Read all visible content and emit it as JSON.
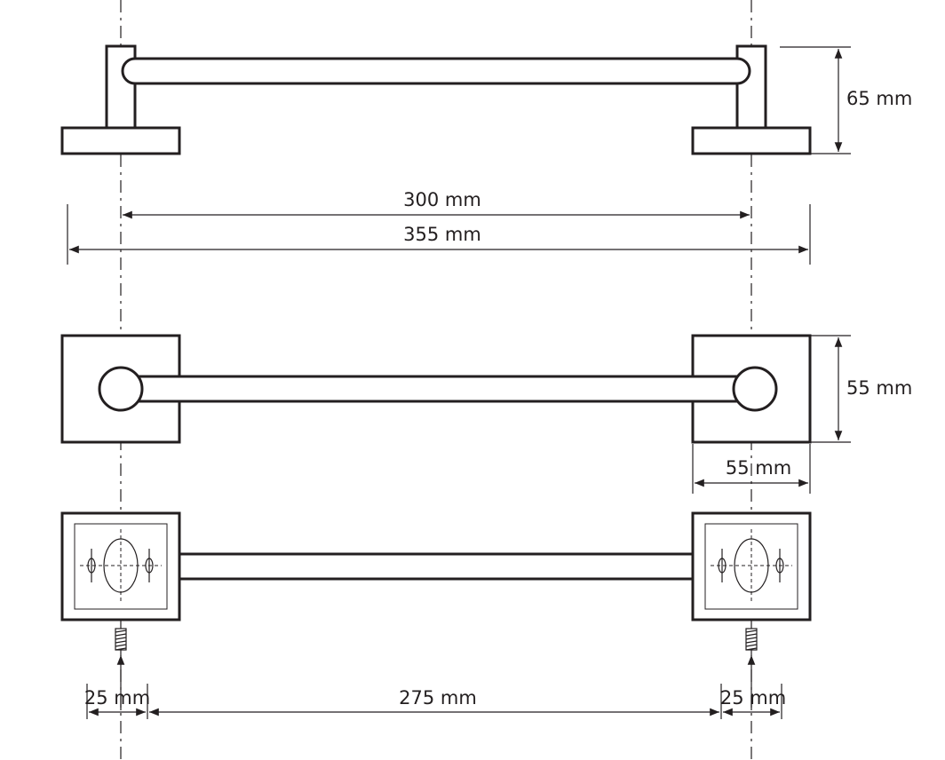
{
  "dimensions": {
    "height_side": "65 mm",
    "centers": "300 mm",
    "overall": "355 mm",
    "plate_height": "55 mm",
    "plate_width": "55 mm",
    "left_offset": "25 mm",
    "inner_span": "275 mm",
    "right_offset": "25 mm"
  },
  "colors": {
    "line": "#231f20",
    "background": "#ffffff"
  }
}
